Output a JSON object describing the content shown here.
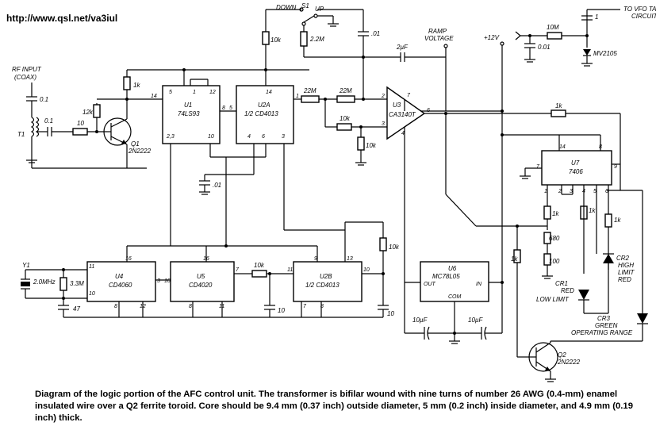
{
  "header": {
    "url": "http://www.qsl.net/va3iul"
  },
  "caption": "Diagram of the logic portion of the AFC control unit. The transformer is bifilar wound with nine turns of number 26 AWG (0.4-mm) enamel insulated wire over a Q2 ferrite toroid. Core should be 9.4 mm (0.37 inch) outside diameter, 5 mm (0.2 inch) inside diameter, and 4.9 mm (0.19 inch) thick.",
  "labels": {
    "rf_input": "RF INPUT",
    "coax": "(COAX)",
    "t1": "T1",
    "y1": "Y1",
    "down": "DOWN",
    "s1": "S1",
    "up": "UP",
    "ramp1": "RAMP",
    "ramp2": "VOLTAGE",
    "plus12v": "+12V",
    "to_vfo1": "TO VFO TANK",
    "to_vfo2": "CIRCUIT",
    "cr1_a": "CR1",
    "cr1_b": "RED",
    "cr1_c": "LOW LIMIT",
    "cr2_a": "CR2",
    "cr2_b": "HIGH",
    "cr2_c": "LIMIT",
    "cr2_d": "RED",
    "cr3_a": "CR3",
    "cr3_b": "GREEN",
    "cr3_c": "OPERATING RANGE",
    "out": "OUT",
    "in": "IN",
    "com": "COM"
  },
  "components": {
    "u1": "U1",
    "u1_type": "74LS93",
    "u2a": "U2A",
    "u2a_type": "1/2 CD4013",
    "u3": "U3",
    "u3_type": "CA3140T",
    "u4": "U4",
    "u4_type": "CD4060",
    "u5": "U5",
    "u5_type": "CD4020",
    "u2b": "U2B",
    "u2b_type": "1/2 CD4013",
    "u6": "U6",
    "u6_type": "MC78L05",
    "u7": "U7",
    "u7_type": "7406",
    "q1": "Q1",
    "q1_type": "2N2222",
    "q2": "Q2",
    "q2_type": "2N2222",
    "mv": "MV2105"
  },
  "values": {
    "c_01a": "0.1",
    "c_01b": "0.1",
    "r_10a": "10",
    "r_12k": "12k",
    "r_1k_q1": "1k",
    "r_10k_top": "10k",
    "r_2m2": "2.2M",
    "c_01_top": ".01",
    "c_2uf": "2µF",
    "r_22m_a": "22M",
    "r_22m_b": "22M",
    "r_10k_u3a": "10k",
    "r_10k_u3b": "10k",
    "c_01_u1": ".01",
    "r_10m": "10M",
    "c_001": "0.01",
    "c_1": "1",
    "r_1k_fb": "1k",
    "r_1k_u7a": "1k",
    "r_1k_u7b": "1k",
    "r_1k_u7c": "1k",
    "r_680": "680",
    "r_100": "100",
    "r_1k_q2": "1k",
    "r_10k_u2b": "10k",
    "r_10k_mid": "10k",
    "c_10a": "10",
    "c_10b": "10",
    "xtal": "2.0MHz",
    "r_3m3": "3.3M",
    "c_47": "47",
    "c_10uf_a": "10µF",
    "c_10uf_b": "10µF"
  },
  "pins": {
    "p14a": "14",
    "p5a": "5",
    "p12a": "12",
    "p1a": "1",
    "p8a": "8",
    "p23": "2,3",
    "p10a": "10",
    "p5b": "5",
    "p14b": "14",
    "p1b": "1",
    "p4b": "4",
    "p6b": "6",
    "p3b": "3",
    "p2c": "2",
    "p3c": "3",
    "p7c": "7",
    "p4c": "4",
    "p6c": "6",
    "p11d": "11",
    "p16d": "16",
    "p10d": "10",
    "p3d": "3",
    "p8d": "8",
    "p12d": "12",
    "p16e": "16",
    "p10e": "10",
    "p8e": "8",
    "p11e": "11",
    "p7f": "7",
    "p11f": "11",
    "p9f": "9",
    "p13f": "13",
    "p10f": "10",
    "p7g": "7",
    "p8g": "8",
    "p14h": "14",
    "p8h": "8",
    "p7h": "7",
    "p9h": "9",
    "p1h": "1",
    "p2h": "2",
    "p3h": "3",
    "p4h": "4",
    "p5h": "5",
    "p6h": "6"
  }
}
